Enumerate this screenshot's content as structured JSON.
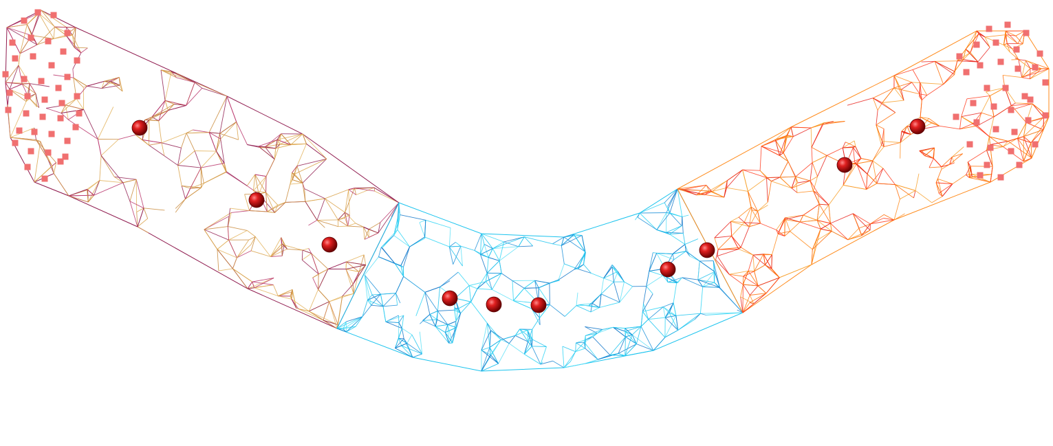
{
  "scene": {
    "background": "#ffffff",
    "segments": [
      {
        "name": "left-segment",
        "palette": [
          "#8f1b4f",
          "#b8326a",
          "#d9a24a",
          "#e3b35c",
          "#c98a3a"
        ],
        "mesh_density": 1.0
      },
      {
        "name": "middle-segment",
        "palette": [
          "#19c3ee",
          "#2ad4f5",
          "#1b8fd8",
          "#5be0f7",
          "#0f74c8"
        ],
        "mesh_density": 1.0
      },
      {
        "name": "right-segment",
        "palette": [
          "#ff8a1a",
          "#ff6a00",
          "#e8201a",
          "#f7a02a",
          "#ff3b1f"
        ],
        "mesh_density": 1.0
      }
    ],
    "node_marker_color": "#f07070",
    "joint_sphere_color": "#d01818",
    "joint_sphere_count": 10
  }
}
